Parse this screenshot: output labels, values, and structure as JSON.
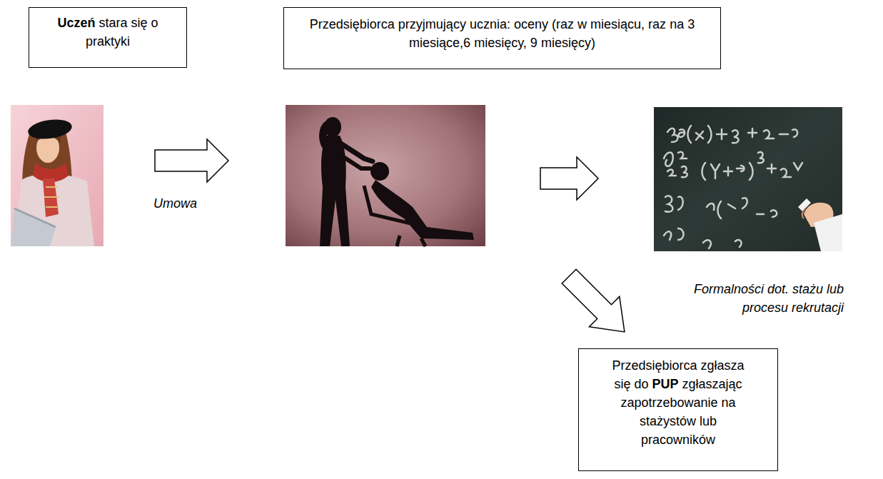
{
  "diagram": {
    "nodes": [
      {
        "text": [
          "Uczeń stara się o praktyki"
        ]
      },
      {
        "text": [
          "Przedsiębiorca przyjmujący ucznia: oceny (raz w miesiącu, raz na 3 miesiące,6 miesięcy, 9 miesięcy)"
        ]
      },
      {
        "text": [
          "Przedsiębiorca zgłasza się do PUP zgłaszając zapotrzebowanie na stażystów lub pracowników"
        ]
      }
    ],
    "labels": [
      "Umowa",
      "Formalności dot. stażu lub procesu rekrutacji"
    ]
  }
}
